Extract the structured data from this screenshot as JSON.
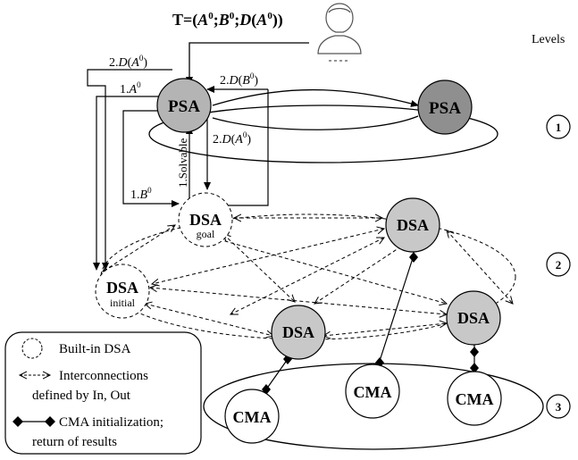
{
  "title": {
    "prefix": "T=(",
    "a": "A",
    "a_sup": "0",
    "sep1": ";",
    "b": "B",
    "b_sup": "0",
    "sep2": ";",
    "d": "D",
    "open": "(",
    "a2": "A",
    "a2_sup": "0",
    "close": "))"
  },
  "levels_label": "Levels",
  "level_numbers": [
    "1",
    "2",
    "3"
  ],
  "nodes": {
    "psa_main": "PSA",
    "psa_right": "PSA",
    "dsa_goal": "DSA",
    "dsa_goal_sub": "goal",
    "dsa_initial": "DSA",
    "dsa_initial_sub": "initial",
    "dsa_top_right": "DSA",
    "dsa_right": "DSA",
    "dsa_middle": "DSA",
    "cma_left": "CMA",
    "cma_middle": "CMA",
    "cma_right": "CMA"
  },
  "edge_labels": {
    "l1": {
      "num": "2.",
      "fn": "D",
      "open": "(",
      "var": "A",
      "sup": "0",
      "close": ")"
    },
    "l2": {
      "num": "1.",
      "var": "A",
      "sup": "0"
    },
    "l3": {
      "num": "2.",
      "fn": "D",
      "open": "(",
      "var": "B",
      "sup": "0",
      "close": ")"
    },
    "l4": {
      "num": "2.",
      "fn": "D",
      "open": "(",
      "var": "A",
      "sup": "0",
      "close": ")"
    },
    "l5": {
      "num": "1.",
      "var": "B",
      "sup": "0"
    },
    "solvable": "1.Solvable"
  },
  "legend": {
    "builtin": "Built-in DSA",
    "interconn_line1": "Interconnections",
    "interconn_line2": "defined by In, Out",
    "cma_line1": "CMA initialization;",
    "cma_line2": "return of results"
  },
  "colors": {
    "psa_main": "#b4b4b4",
    "psa_right": "#8f8f8f",
    "dsa_grey": "#c8c8c8",
    "line": "#000000"
  }
}
